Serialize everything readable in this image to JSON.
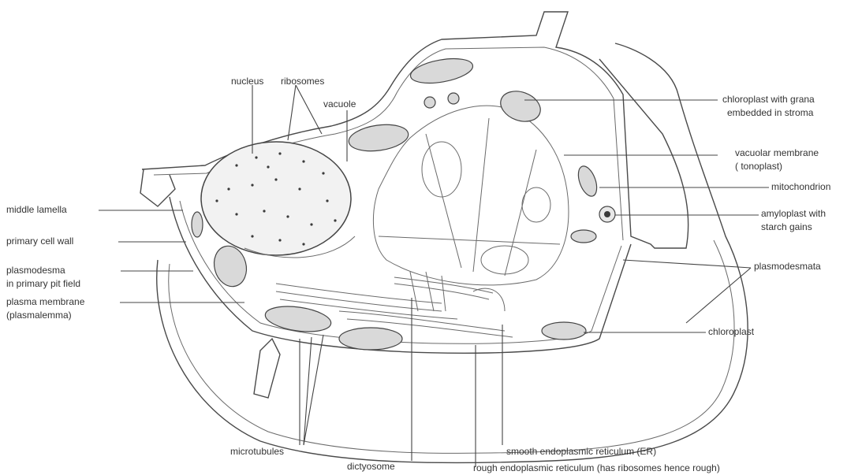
{
  "labels": {
    "nucleus": "nucleus",
    "ribosomes": "ribosomes",
    "vacuole": "vacuole",
    "chloroplast_grana_1": "chloroplast with grana",
    "chloroplast_grana_2": "embedded in stroma",
    "vacuolar_membrane_1": "vacuolar membrane",
    "vacuolar_membrane_2": "( tonoplast)",
    "mitochondrion": "mitochondrion",
    "amyloplast_1": "amyloplast with",
    "amyloplast_2": "starch gains",
    "plasmodesmata": "plasmodesmata",
    "chloroplast": "chloroplast",
    "middle_lamella": "middle lamella",
    "primary_cell_wall": "primary cell wall",
    "plasmodesma_1": "plasmodesma",
    "plasmodesma_2": "in primary pit field",
    "plasma_membrane_1": "plasma membrane",
    "plasma_membrane_2": "(plasmalemma)",
    "microtubules": "microtubules",
    "dictyosome": "dictyosome",
    "smooth_er": "smooth endoplasmic reticulum (ER)",
    "rough_er": "rough endoplasmic reticulum (has ribosomes hence rough)"
  }
}
